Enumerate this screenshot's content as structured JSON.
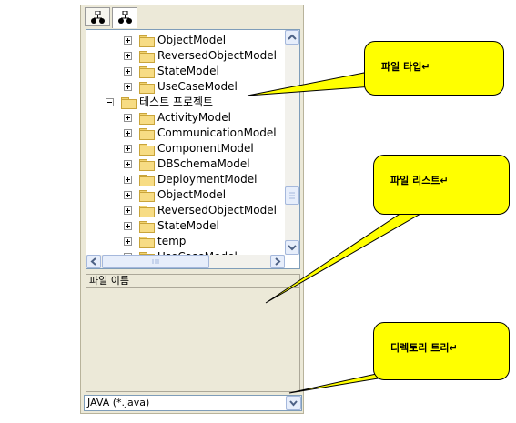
{
  "tabs": [
    {
      "icon": "hierarchy-icon"
    },
    {
      "icon": "hierarchy-icon"
    }
  ],
  "tree": {
    "items": [
      {
        "label": "ObjectModel",
        "level": 1,
        "expander": "plus"
      },
      {
        "label": "ReversedObjectModel",
        "level": 1,
        "expander": "plus"
      },
      {
        "label": "StateModel",
        "level": 1,
        "expander": "plus"
      },
      {
        "label": "UseCaseModel",
        "level": 1,
        "expander": "plus"
      },
      {
        "label": "테스트 프로젝트",
        "level": 0,
        "expander": "minus"
      },
      {
        "label": "ActivityModel",
        "level": 1,
        "expander": "plus"
      },
      {
        "label": "CommunicationModel",
        "level": 1,
        "expander": "plus"
      },
      {
        "label": "ComponentModel",
        "level": 1,
        "expander": "plus"
      },
      {
        "label": "DBSchemaModel",
        "level": 1,
        "expander": "plus"
      },
      {
        "label": "DeploymentModel",
        "level": 1,
        "expander": "plus"
      },
      {
        "label": "ObjectModel",
        "level": 1,
        "expander": "plus"
      },
      {
        "label": "ReversedObjectModel",
        "level": 1,
        "expander": "plus"
      },
      {
        "label": "StateModel",
        "level": 1,
        "expander": "plus"
      },
      {
        "label": "temp",
        "level": 1,
        "expander": "plus"
      },
      {
        "label": "UseCaseModel",
        "level": 1,
        "expander": "plus"
      }
    ]
  },
  "file_list": {
    "header": "파일 이름"
  },
  "file_type": {
    "value": "JAVA (*.java)"
  },
  "callouts": {
    "file_type": "파일  타입↵",
    "file_list": "파일  리스트↵",
    "directory_tree": "디렉토리  트리↵"
  },
  "colors": {
    "callout_fill": "#ffff00",
    "panel_bg": "#ece9d8",
    "border_blue": "#7f9db9"
  }
}
